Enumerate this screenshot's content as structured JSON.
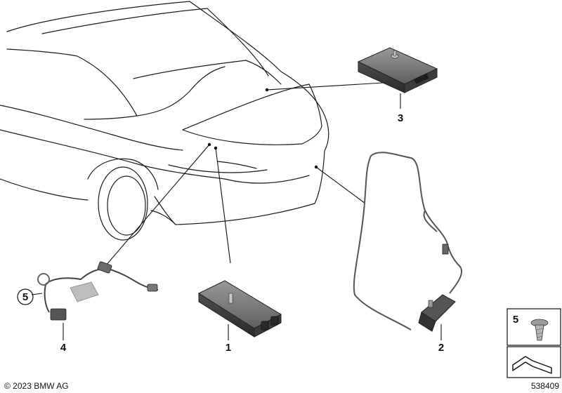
{
  "diagram": {
    "callouts": [
      {
        "id": "1",
        "label": "1"
      },
      {
        "id": "2",
        "label": "2"
      },
      {
        "id": "3",
        "label": "3"
      },
      {
        "id": "4",
        "label": "4"
      },
      {
        "id": "5",
        "label": "5"
      }
    ],
    "legend": {
      "item_number": "5"
    },
    "copyright": "© 2023 BMW AG",
    "diagram_id": "538409"
  }
}
